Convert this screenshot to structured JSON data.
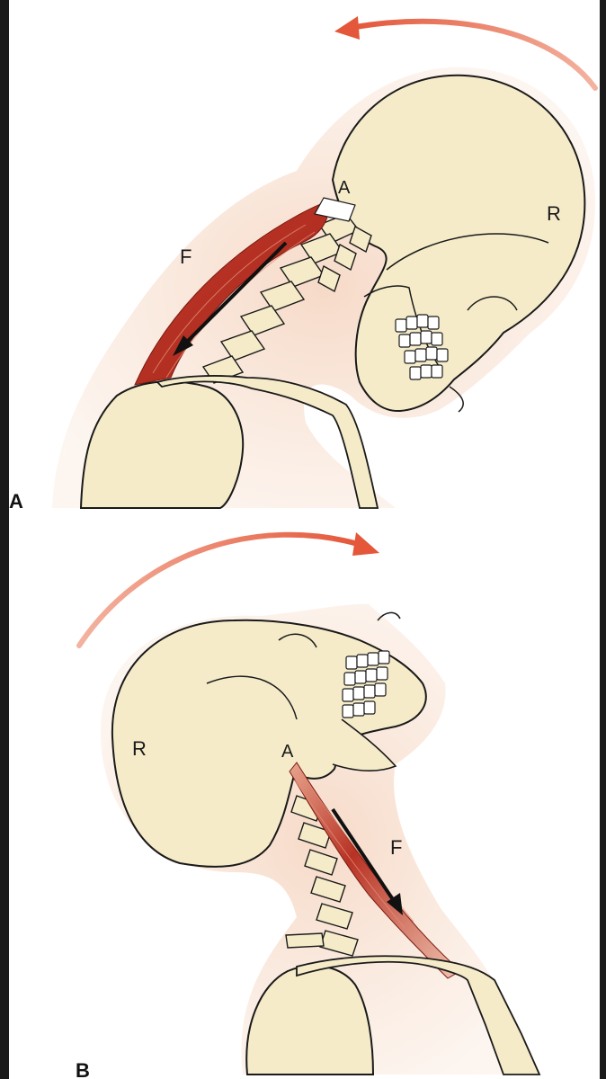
{
  "panels": [
    {
      "id": "A",
      "panel_label": "A",
      "labels": {
        "attachment": "A",
        "force": "F",
        "rotation": "R"
      }
    },
    {
      "id": "B",
      "panel_label": "B",
      "labels": {
        "attachment": "A",
        "force": "F",
        "rotation": "R"
      }
    }
  ],
  "colors": {
    "background": "#ffffff",
    "frame_edge": "#1a1a1a",
    "skin_halo": "#f7dcc8",
    "bone": "#f5ebc9",
    "outline": "#1a1a1a",
    "muscle": "#c0392b",
    "rotation_arrow": "#e4573a",
    "force_arrow": "#111111"
  }
}
